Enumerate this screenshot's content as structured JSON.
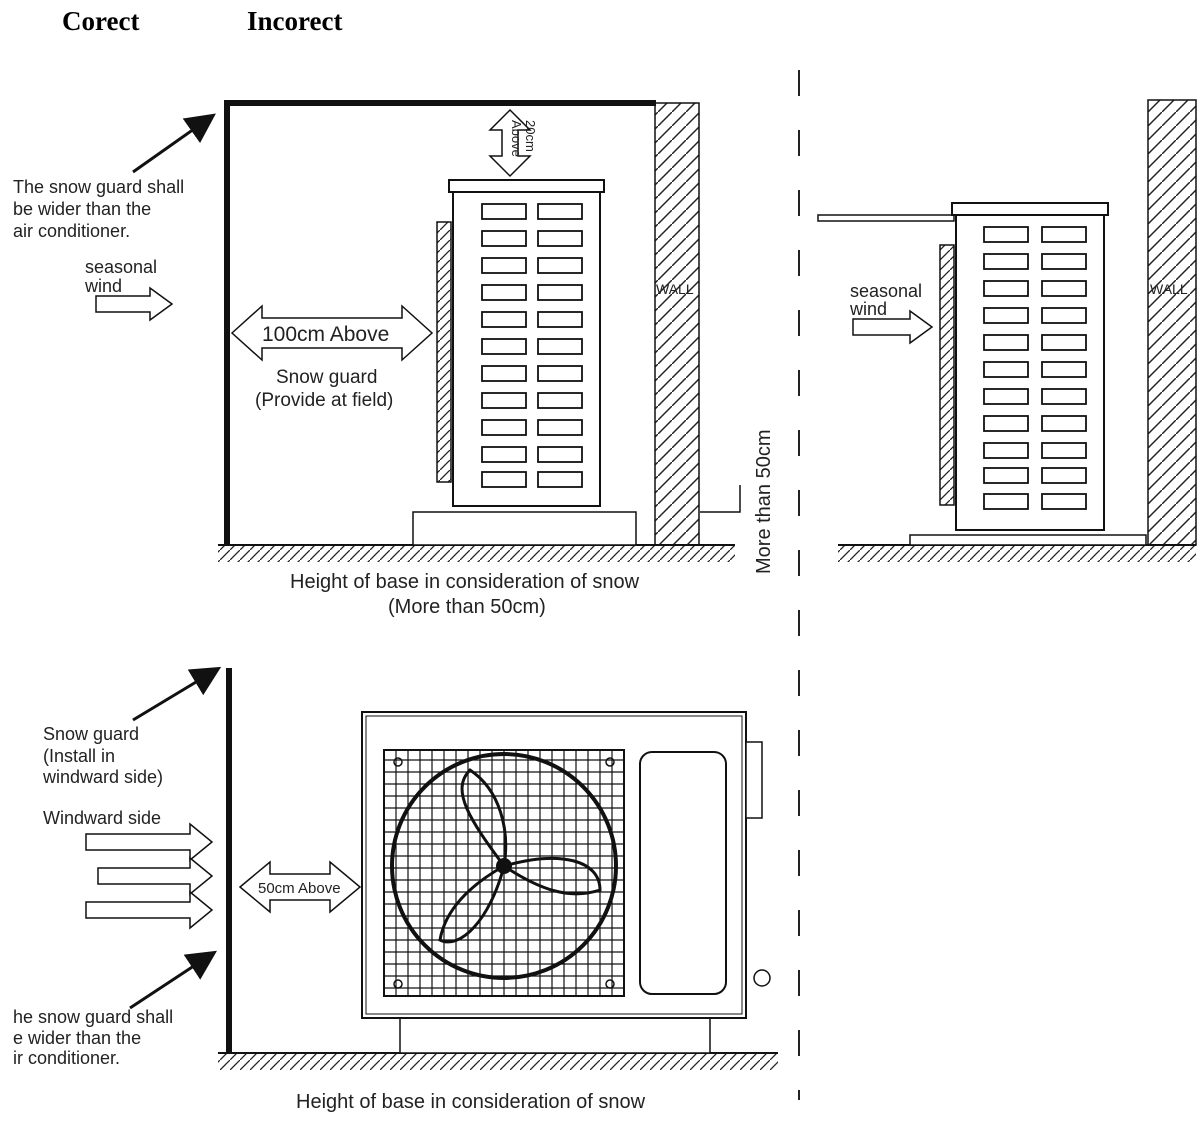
{
  "headers": {
    "correct": "Corect",
    "incorrect": "Incorect"
  },
  "top_left": {
    "guard_wider_line1": "The snow guard shall",
    "guard_wider_line2": "be wider than the",
    "guard_wider_line3": "air conditioner.",
    "wind_line1": "seasonal",
    "wind_line2": "wind",
    "clearance_top_line1": "20cm",
    "clearance_top_line2": "Above",
    "clearance_side": "100cm Above",
    "snow_guard_line1": "Snow guard",
    "snow_guard_line2": "(Provide at field)",
    "wall": "WALL",
    "base_height": "More than 50cm",
    "caption_line1": "Height of base in consideration of snow",
    "caption_line2": "(More than 50cm)"
  },
  "top_right": {
    "wind_line1": "seasonal",
    "wind_line2": "wind",
    "wall": "WALL"
  },
  "bottom": {
    "snow_guard_line1": "Snow guard",
    "snow_guard_line2": "(Install in",
    "snow_guard_line3": "windward side)",
    "windward": "Windward side",
    "clearance": "50cm Above",
    "guard_wider_line1": "he snow guard shall",
    "guard_wider_line2": "e wider than the",
    "guard_wider_line3": "ir conditioner.",
    "caption_line1": "Height of base in consideration of snow"
  }
}
